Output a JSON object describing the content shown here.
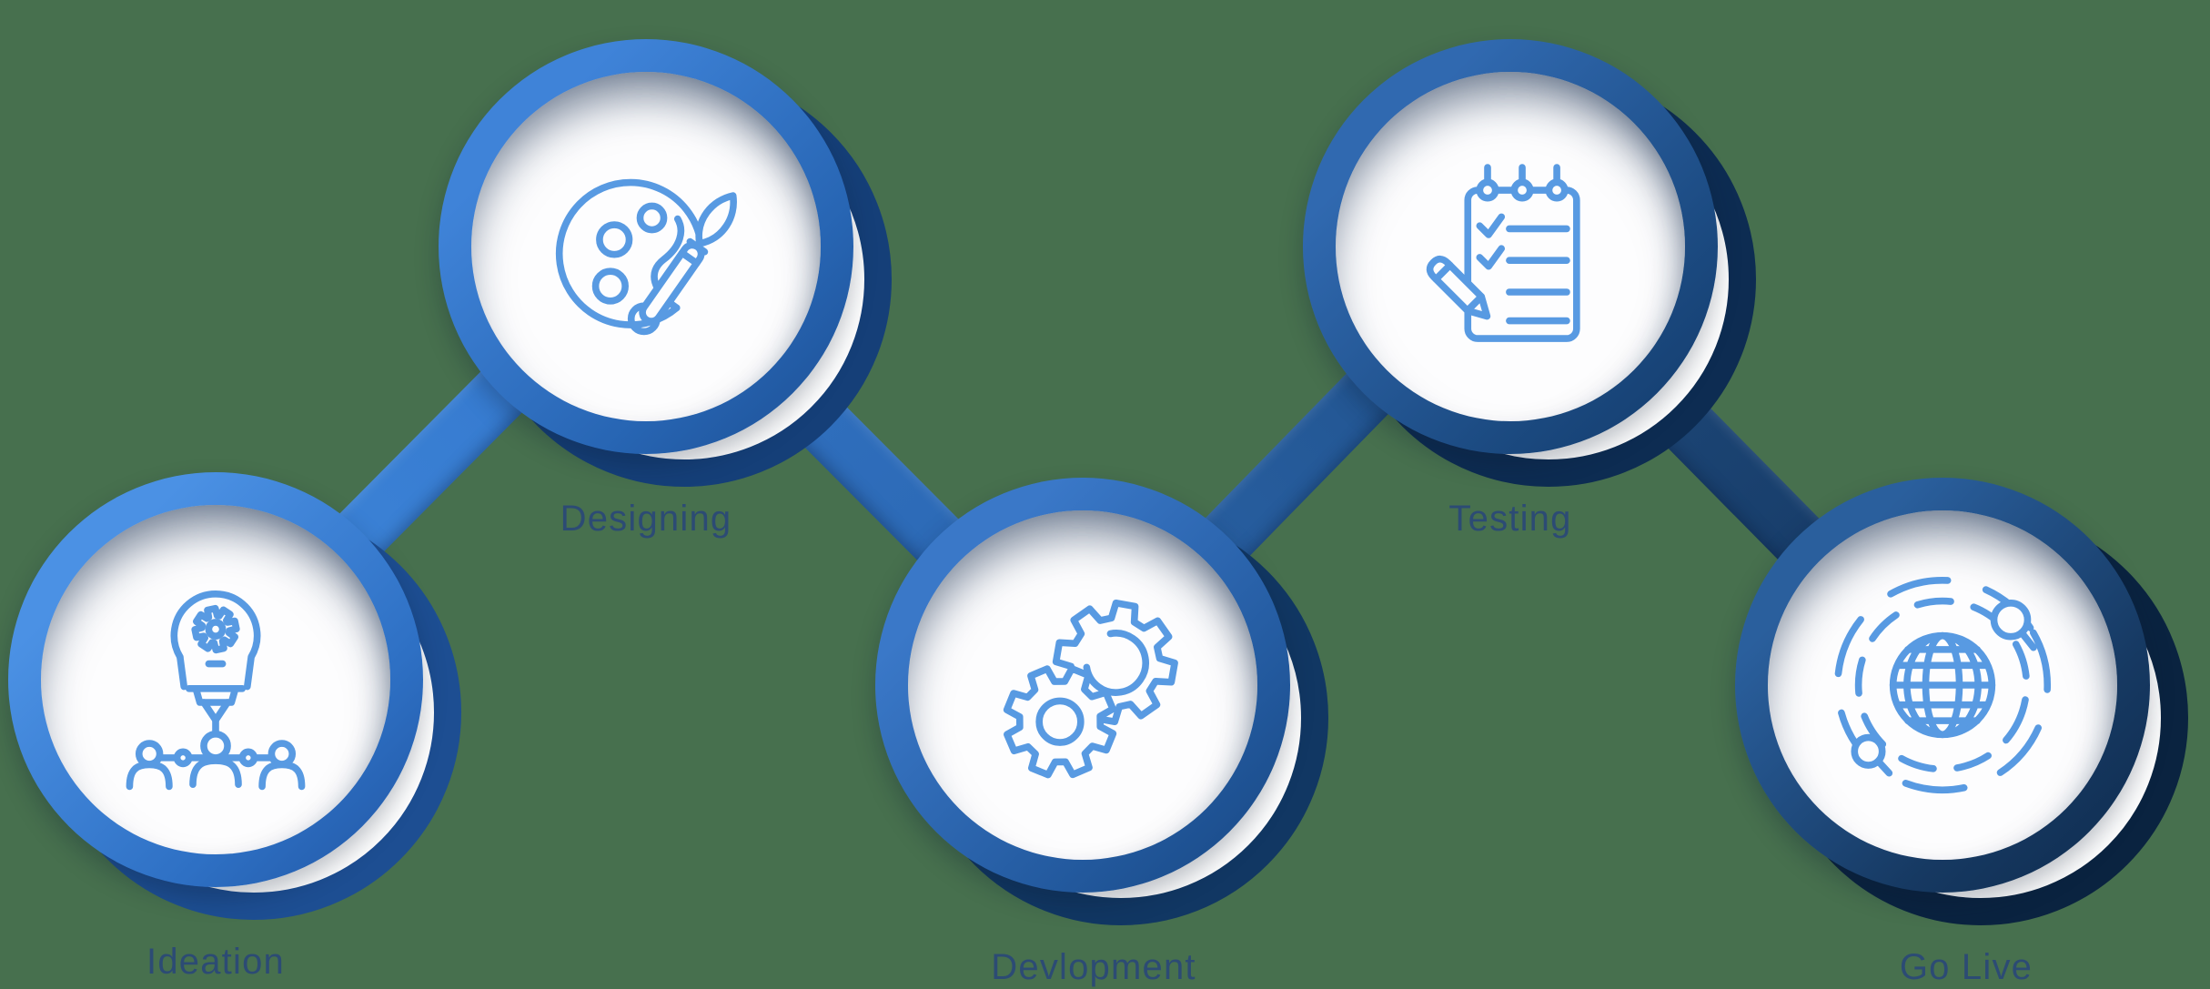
{
  "canvas": {
    "background_color": "#47704e"
  },
  "diagram": {
    "type": "process-flow",
    "label_color": "#2c4b74",
    "icon_stroke_color": "#589ae2",
    "inner_circle_color": "#fdfdfe",
    "steps": [
      {
        "label": "Ideation",
        "icon": "idea-team-icon",
        "position": "bottom",
        "ring_color_light": "#4b91e4",
        "ring_color_dark": "#2e70c4",
        "ring_color_edge": "#2055a2",
        "back_circle_color": "#1d4e92"
      },
      {
        "label": "Designing",
        "icon": "palette-brush-icon",
        "position": "top",
        "ring_color_light": "#3f83d8",
        "ring_color_dark": "#2765b3",
        "ring_color_edge": "#1c4e92",
        "back_circle_color": "#153f78"
      },
      {
        "label": "Devlopment",
        "icon": "gears-icon",
        "position": "bottom",
        "ring_color_light": "#3a78c8",
        "ring_color_dark": "#235a9f",
        "ring_color_edge": "#174681",
        "back_circle_color": "#113763"
      },
      {
        "label": "Testing",
        "icon": "notepad-check-icon",
        "position": "top",
        "ring_color_light": "#3069b0",
        "ring_color_dark": "#1c4b82",
        "ring_color_edge": "#123a6a",
        "back_circle_color": "#0d2c52"
      },
      {
        "label": "Go Live",
        "icon": "globe-launch-icon",
        "position": "bottom",
        "ring_color_light": "#2a5f9d",
        "ring_color_dark": "#163962",
        "ring_color_edge": "#0e2a4c",
        "back_circle_color": "#0a2340"
      }
    ],
    "connectors": [
      {
        "from": "Ideation",
        "to": "Designing",
        "color_start": "#3e86da",
        "color_end": "#3376cb"
      },
      {
        "from": "Designing",
        "to": "Devlopment",
        "color_start": "#3273c4",
        "color_end": "#2a66b0"
      },
      {
        "from": "Devlopment",
        "to": "Testing",
        "color_start": "#2a63a9",
        "color_end": "#205189"
      },
      {
        "from": "Testing",
        "to": "Go Live",
        "color_start": "#1f4b7d",
        "color_end": "#153863"
      }
    ]
  }
}
